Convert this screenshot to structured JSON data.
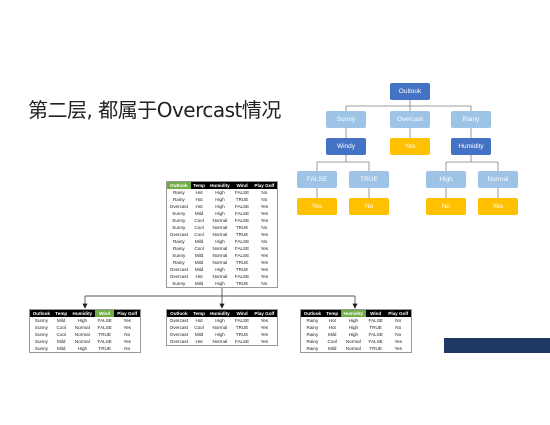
{
  "title": "第二层, 都属于Overcast情况",
  "tree": {
    "root": "Outlook",
    "level1": [
      "Sunny",
      "Overcast",
      "Rainy"
    ],
    "level2": [
      "Windy",
      "Yes",
      "Humidity"
    ],
    "level3": [
      "FALSE",
      "TRUE",
      "High",
      "Normal"
    ],
    "level4": [
      "Yes",
      "No",
      "No",
      "Yes"
    ]
  },
  "colors": {
    "dark_node": "#4472c4",
    "light_node": "#9dc3e6",
    "leaf_node": "#ffc000",
    "sunny": "#ed7d31",
    "overcast": "#a5a5a5",
    "rainy": "#4472c4",
    "highlight": "#70ad47"
  },
  "headers": [
    "Outlook",
    "Temp",
    "Humidity",
    "Wind",
    "Play Golf"
  ],
  "main_table": {
    "highlight_col": 0,
    "rows": [
      [
        "Rainy",
        "Hot",
        "High",
        "FALSE",
        "No"
      ],
      [
        "Rainy",
        "Hot",
        "High",
        "TRUE",
        "No"
      ],
      [
        "Overcast",
        "Hot",
        "High",
        "FALSE",
        "Yes"
      ],
      [
        "Sunny",
        "Mild",
        "High",
        "FALSE",
        "Yes"
      ],
      [
        "Sunny",
        "Cool",
        "Normal",
        "FALSE",
        "Yes"
      ],
      [
        "Sunny",
        "Cool",
        "Normal",
        "TRUE",
        "No"
      ],
      [
        "Overcast",
        "Cool",
        "Normal",
        "TRUE",
        "Yes"
      ],
      [
        "Rainy",
        "Mild",
        "High",
        "FALSE",
        "No"
      ],
      [
        "Rainy",
        "Cool",
        "Normal",
        "FALSE",
        "Yes"
      ],
      [
        "Sunny",
        "Mild",
        "Normal",
        "FALSE",
        "Yes"
      ],
      [
        "Rainy",
        "Mild",
        "Normal",
        "TRUE",
        "Yes"
      ],
      [
        "Overcast",
        "Mild",
        "High",
        "TRUE",
        "Yes"
      ],
      [
        "Overcast",
        "Hot",
        "Normal",
        "FALSE",
        "Yes"
      ],
      [
        "Sunny",
        "Mild",
        "High",
        "TRUE",
        "No"
      ]
    ]
  },
  "sub_tables": [
    {
      "highlight_col": 3,
      "rows": [
        [
          "Sunny",
          "Mild",
          "High",
          "FALSE",
          "Yes"
        ],
        [
          "Sunny",
          "Cool",
          "Normal",
          "FALSE",
          "Yes"
        ],
        [
          "Sunny",
          "Cool",
          "Normal",
          "TRUE",
          "No"
        ],
        [
          "Sunny",
          "Mild",
          "Normal",
          "FALSE",
          "Yes"
        ],
        [
          "Sunny",
          "Mild",
          "High",
          "TRUE",
          "No"
        ]
      ]
    },
    {
      "highlight_col": -1,
      "rows": [
        [
          "Overcast",
          "Hot",
          "High",
          "FALSE",
          "Yes"
        ],
        [
          "Overcast",
          "Cool",
          "Normal",
          "TRUE",
          "Yes"
        ],
        [
          "Overcast",
          "Mild",
          "High",
          "TRUE",
          "Yes"
        ],
        [
          "Overcast",
          "Hot",
          "Normal",
          "FALSE",
          "Yes"
        ]
      ]
    },
    {
      "highlight_col": 2,
      "rows": [
        [
          "Rainy",
          "Hot",
          "High",
          "FALSE",
          "No"
        ],
        [
          "Rainy",
          "Hot",
          "High",
          "TRUE",
          "No"
        ],
        [
          "Rainy",
          "Mild",
          "High",
          "FALSE",
          "No"
        ],
        [
          "Rainy",
          "Cool",
          "Normal",
          "FALSE",
          "Yes"
        ],
        [
          "Rainy",
          "Mild",
          "Normal",
          "TRUE",
          "Yes"
        ]
      ]
    }
  ]
}
